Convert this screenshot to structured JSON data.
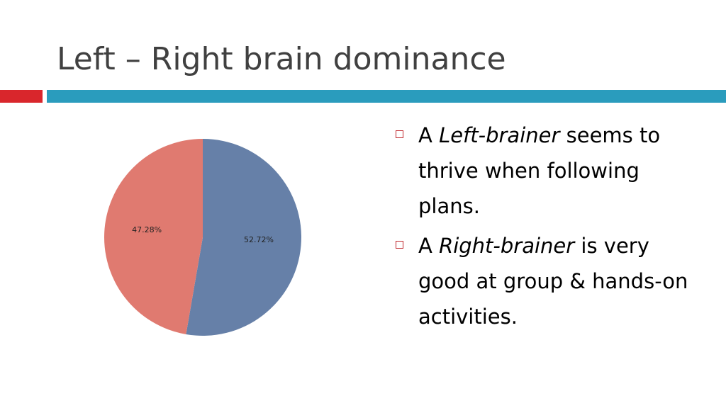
{
  "slide": {
    "title": "Left – Right brain dominance"
  },
  "colors": {
    "accent_red": "#d9262c",
    "accent_blue": "#2a9cbd",
    "slice_left": "#e07a70",
    "slice_right": "#6680a8"
  },
  "chart_data": {
    "type": "pie",
    "categories": [
      "",
      ""
    ],
    "values": [
      52.72,
      47.28
    ],
    "data_labels": [
      "52.72%",
      "47.28%"
    ],
    "start": "12 o'clock",
    "direction": "clockwise"
  },
  "bullets": [
    {
      "pre": "A ",
      "em": "Left-brainer",
      "post": " seems to thrive when following plans."
    },
    {
      "pre": "A ",
      "em": "Right-brainer",
      "post": " is very good at group & hands-on activities."
    }
  ]
}
